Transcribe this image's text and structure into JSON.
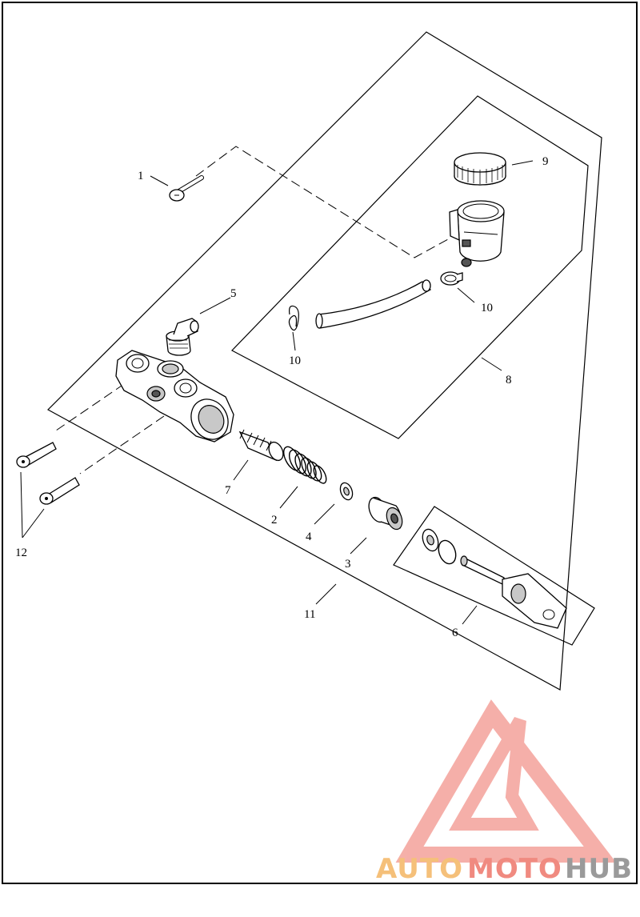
{
  "callouts": {
    "c1": "1",
    "c2": "2",
    "c3": "3",
    "c4": "4",
    "c5": "5",
    "c6": "6",
    "c7": "7",
    "c8": "8",
    "c9": "9",
    "c10a": "10",
    "c10b": "10",
    "c11": "11",
    "c12": "12"
  },
  "logo": {
    "part1": "AUTO",
    "part2": "MOTO",
    "part3": "HUB",
    "colors": {
      "auto": "#f5c07a",
      "moto": "#f08a80",
      "hub": "#9a9a9a",
      "triangle": "#f4a7a0"
    }
  }
}
